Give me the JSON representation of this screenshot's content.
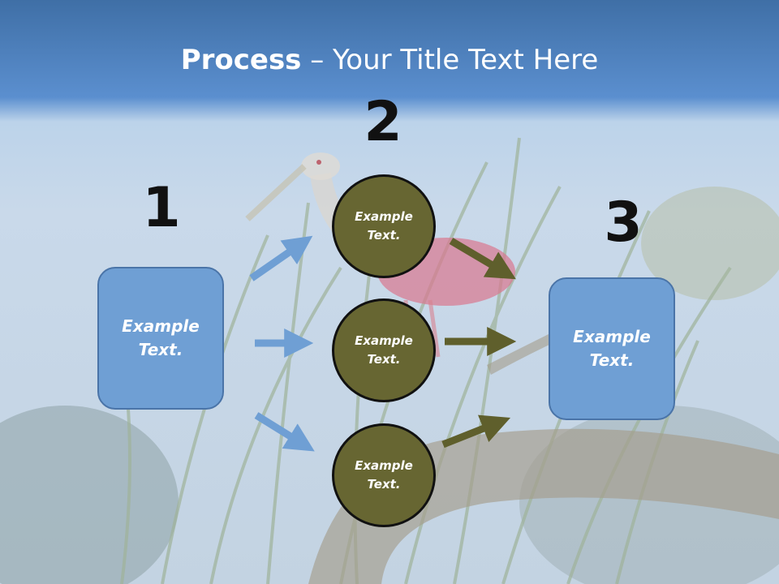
{
  "title": {
    "bold": "Process",
    "rest": " – Your Title Text Here"
  },
  "steps": {
    "one": "1",
    "two": "2",
    "three": "3"
  },
  "left_box": {
    "line1": "Example",
    "line2": "Text."
  },
  "right_box": {
    "line1": "Example",
    "line2": "Text."
  },
  "circles": [
    {
      "line1": "Example",
      "line2": "Text."
    },
    {
      "line1": "Example",
      "line2": "Text."
    },
    {
      "line1": "Example",
      "line2": "Text."
    }
  ],
  "colors": {
    "box_fill": "#6f9fd4",
    "box_border": "#4a74a8",
    "circle_fill": "#676632",
    "blue_arrow": "#6f9fd4",
    "olive_arrow": "#5f5f2c"
  }
}
